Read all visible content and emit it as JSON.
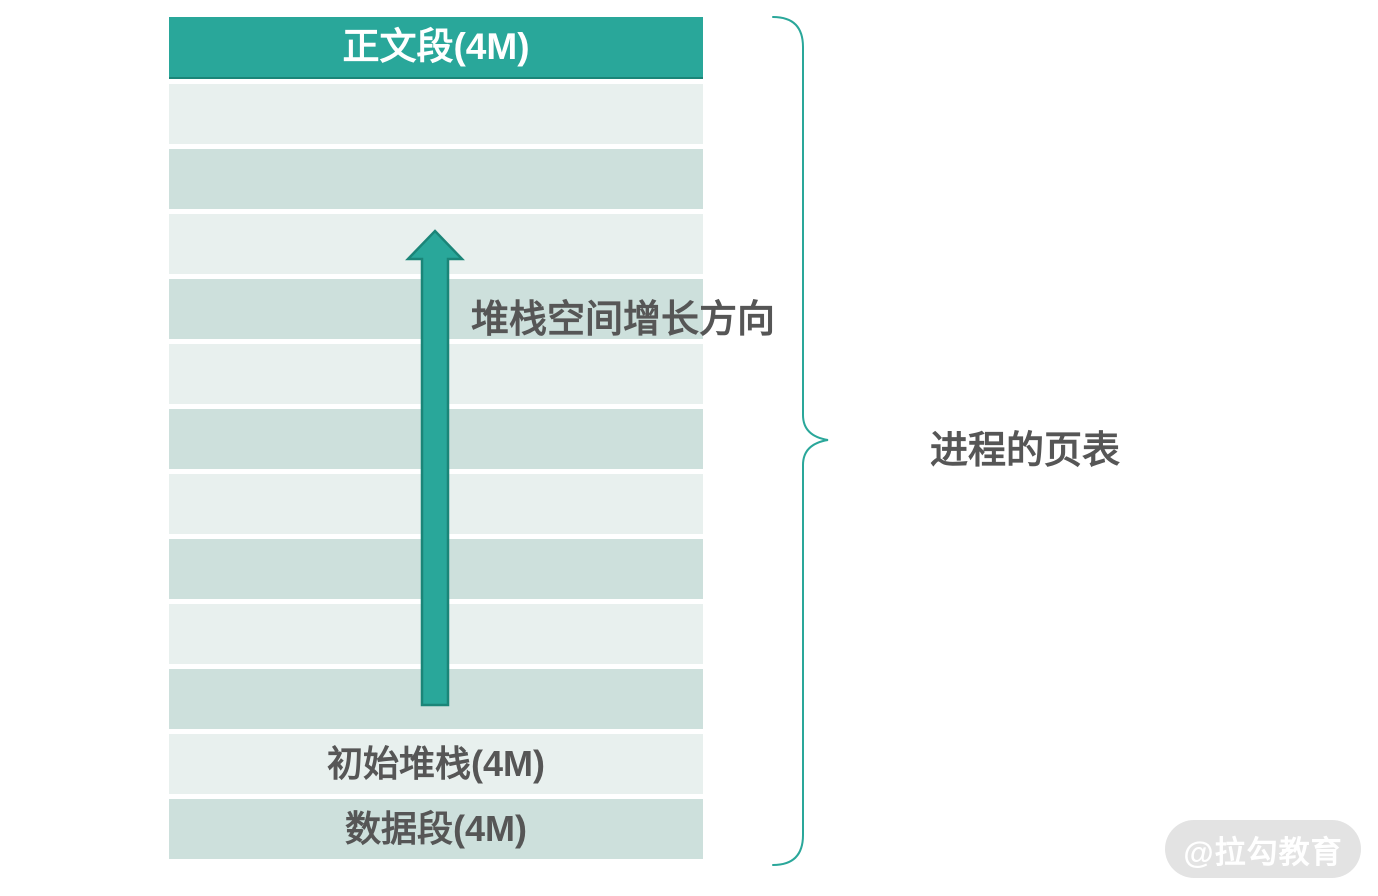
{
  "colors": {
    "teal": "#29A79A",
    "teal-dark": "#1B8578",
    "row-dark": "#CDE0DC",
    "row-light": "#E8F0EE",
    "text-dark": "#565656",
    "watermark-bg": "#E3E3E3",
    "watermark-text": "#FFFFFF",
    "page-bg": "#FFFFFF"
  },
  "memory_table": {
    "header": "正文段(4M)",
    "rows": [
      {
        "label": ""
      },
      {
        "label": ""
      },
      {
        "label": ""
      },
      {
        "label": ""
      },
      {
        "label": ""
      },
      {
        "label": ""
      },
      {
        "label": ""
      },
      {
        "label": ""
      },
      {
        "label": ""
      },
      {
        "label": ""
      },
      {
        "label": "初始堆栈(4M)"
      },
      {
        "label": "数据段(4M)"
      }
    ]
  },
  "annotations": {
    "arrow_label": "堆栈空间增长方向",
    "brace_label": "进程的页表"
  },
  "watermark": "@拉勾教育"
}
